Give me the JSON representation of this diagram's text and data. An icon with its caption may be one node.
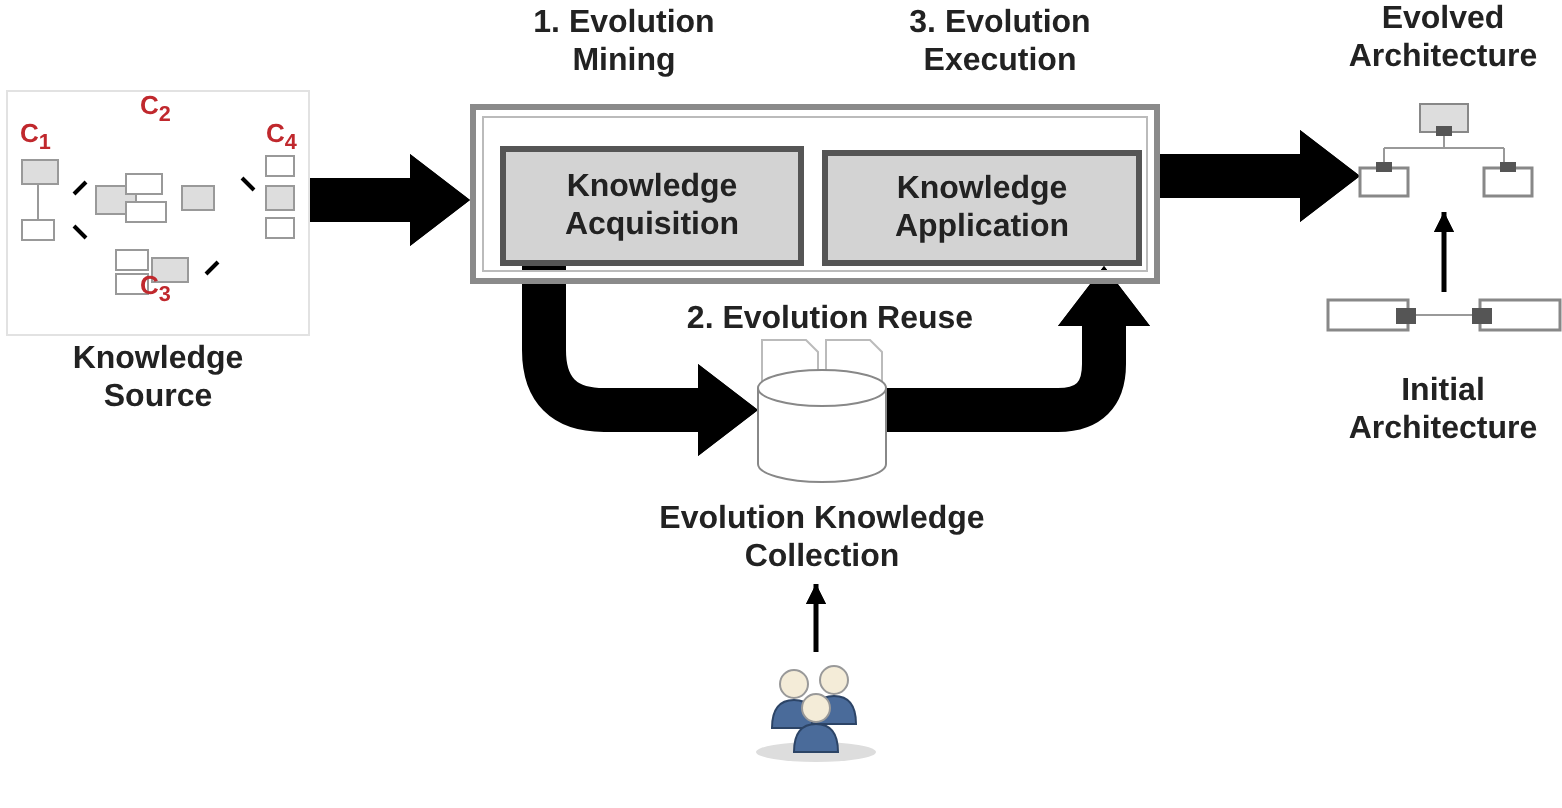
{
  "diagram": {
    "nodes": [
      {
        "text": [
          "Knowledge Source"
        ]
      },
      {
        "text": [],
        "shape": "box"
      },
      {
        "text": [
          "Knowledge Acquisition"
        ],
        "in": 1,
        "beside": [
          "1. Evolution Mining"
        ]
      },
      {
        "text": [
          "Knowledge Application"
        ],
        "in": 1,
        "beside": [
          "3. Evolution Execution"
        ]
      },
      {
        "text": [
          "Evolution Knowledge Collection"
        ]
      },
      {
        "text": [],
        "shape": "person"
      },
      {
        "text": [
          "Evolved Architecture"
        ]
      },
      {
        "text": [
          "Initial Architecture"
        ]
      }
    ],
    "edges": [
      {
        "from": 0,
        "to": 1,
        "arrow": "to"
      },
      {
        "from": 2,
        "to": 4,
        "arrow": "to"
      },
      {
        "from": 4,
        "to": 3,
        "arrow": "to"
      },
      {
        "from": 1,
        "to": 6,
        "arrow": "to"
      },
      {
        "from": 5,
        "to": 4,
        "arrow": "to"
      },
      {
        "from": 7,
        "to": 6,
        "arrow": "to"
      }
    ],
    "labels": [
      "C$_{2}$",
      "C$_{1}$",
      "C$_{4}$",
      "C$_{3}$",
      "2. Evolution Reuse"
    ]
  }
}
